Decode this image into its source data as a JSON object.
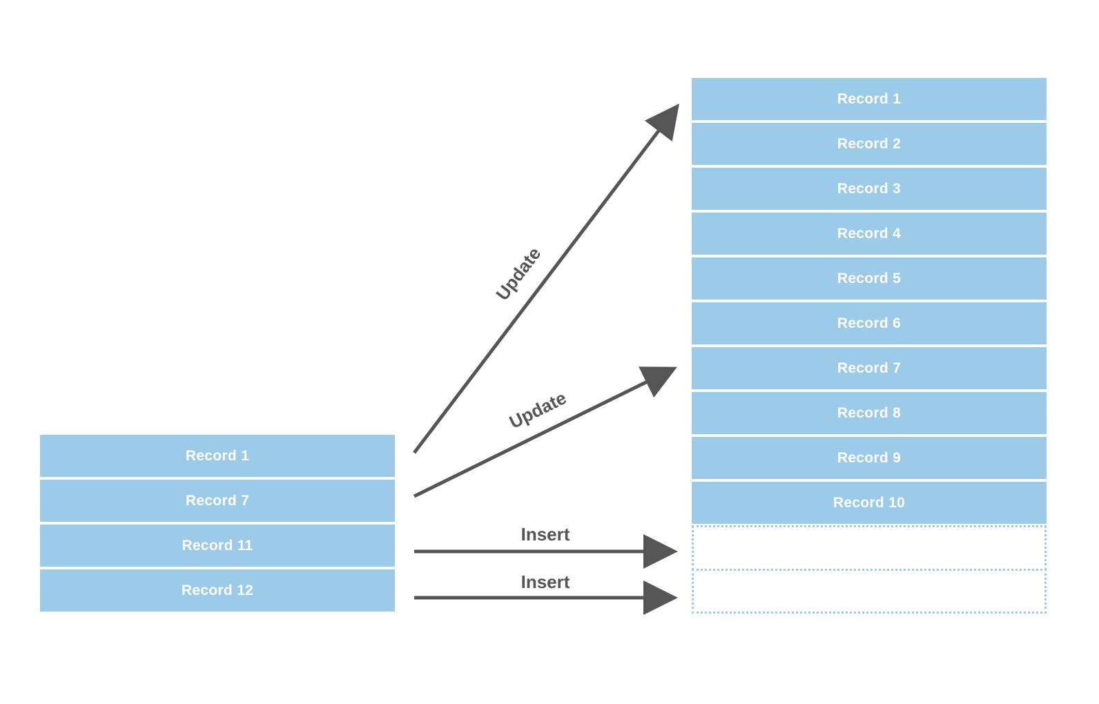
{
  "source_records": [
    "Record 1",
    "Record 7",
    "Record 11",
    "Record 12"
  ],
  "target_records": [
    "Record 1",
    "Record 2",
    "Record 3",
    "Record 4",
    "Record 5",
    "Record 6",
    "Record 7",
    "Record 8",
    "Record 9",
    "Record 10"
  ],
  "operations": [
    {
      "from": "Record 1",
      "to": "Record 1",
      "label": "Update"
    },
    {
      "from": "Record 7",
      "to": "Record 7",
      "label": "Update"
    },
    {
      "from": "Record 11",
      "to": "new slot",
      "label": "Insert"
    },
    {
      "from": "Record 12",
      "to": "new slot",
      "label": "Insert"
    }
  ],
  "colors": {
    "record_fill": "#9ccbea",
    "record_text": "#ffffff",
    "arrow": "#555555"
  }
}
